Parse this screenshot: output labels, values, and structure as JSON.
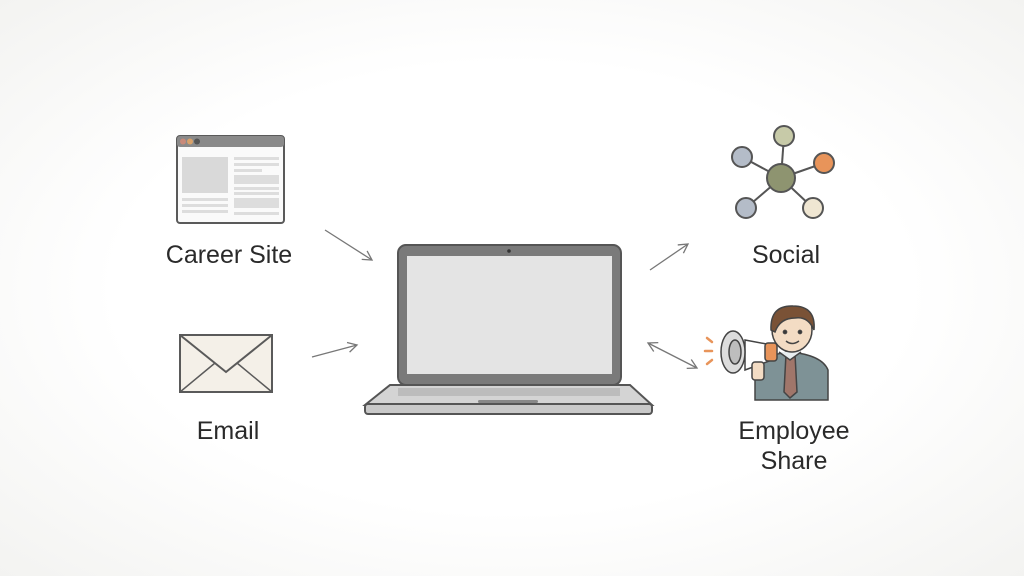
{
  "nodes": {
    "career_site": {
      "label": "Career Site",
      "icon": "browser-window-icon"
    },
    "email": {
      "label": "Email",
      "icon": "envelope-icon"
    },
    "social": {
      "label": "Social",
      "icon": "network-icon"
    },
    "employee_share": {
      "label_line1": "Employee",
      "label_line2": "Share",
      "icon": "person-megaphone-icon"
    },
    "center": {
      "icon": "laptop-icon"
    }
  },
  "colors": {
    "outline": "#5a5a5a",
    "screen": "#e4e4e4",
    "hub": "#8e9470",
    "accent_orange": "#e8945a",
    "node_blue": "#b4bcc8",
    "node_sage": "#c7caa8",
    "node_cream": "#efe6d2"
  }
}
